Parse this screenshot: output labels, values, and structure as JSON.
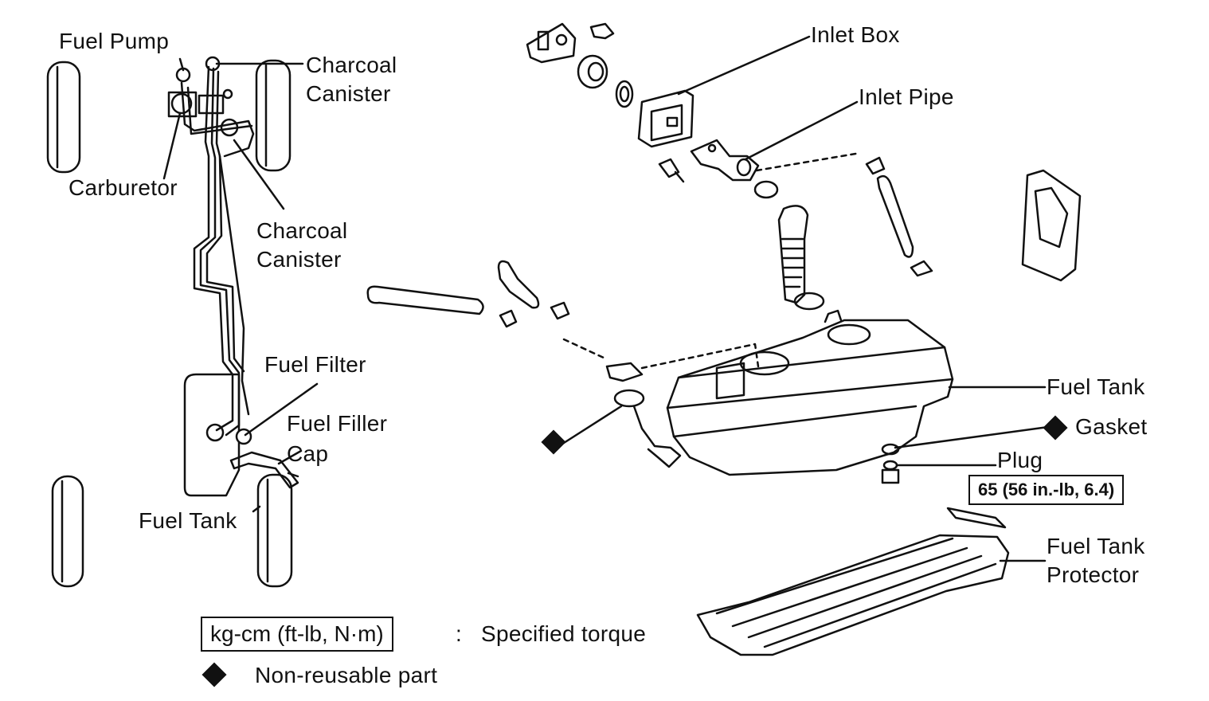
{
  "labels": {
    "fuel_pump": "Fuel Pump",
    "charcoal_canister_top_1": "Charcoal",
    "charcoal_canister_top_2": "Canister",
    "carburetor": "Carburetor",
    "charcoal_canister_mid_1": "Charcoal",
    "charcoal_canister_mid_2": "Canister",
    "fuel_filter": "Fuel Filter",
    "fuel_filler_cap_1": "Fuel Filler",
    "fuel_filler_cap_2": "Cap",
    "fuel_tank_left": "Fuel Tank",
    "inlet_box": "Inlet Box",
    "inlet_pipe": "Inlet Pipe",
    "fuel_tank_right": "Fuel Tank",
    "gasket": "Gasket",
    "plug": "Plug",
    "protector_1": "Fuel Tank",
    "protector_2": "Protector"
  },
  "torque": {
    "plug_value": "65 (56 in.-lb, 6.4)"
  },
  "legend": {
    "torque_units": "kg-cm (ft-lb, N·m)",
    "torque_separator": ":",
    "torque_desc": "Specified torque",
    "nonreusable_desc": "Non-reusable part"
  },
  "colors": {
    "ink": "#111111",
    "paper": "#ffffff"
  }
}
